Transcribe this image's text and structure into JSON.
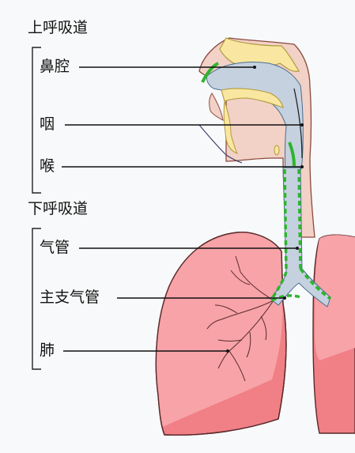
{
  "upper_tract": {
    "title": "上呼吸道",
    "labels": {
      "nasal_cavity": "鼻腔",
      "pharynx": "咽",
      "larynx": "喉"
    }
  },
  "lower_tract": {
    "title": "下呼吸道",
    "labels": {
      "trachea": "气管",
      "bronchi": "主支气管",
      "lung": "肺"
    }
  },
  "colors": {
    "lung_fill": "#f7a3a8",
    "lung_shade": "#f07f86",
    "airway_fill": "#c5d1df",
    "tissue_fill": "#f2d1c6",
    "tissue_line": "#8c4a3e",
    "bone_fill": "#f9e7a1",
    "bone_line": "#b09a3c",
    "cilia_green": "#2db52d"
  }
}
